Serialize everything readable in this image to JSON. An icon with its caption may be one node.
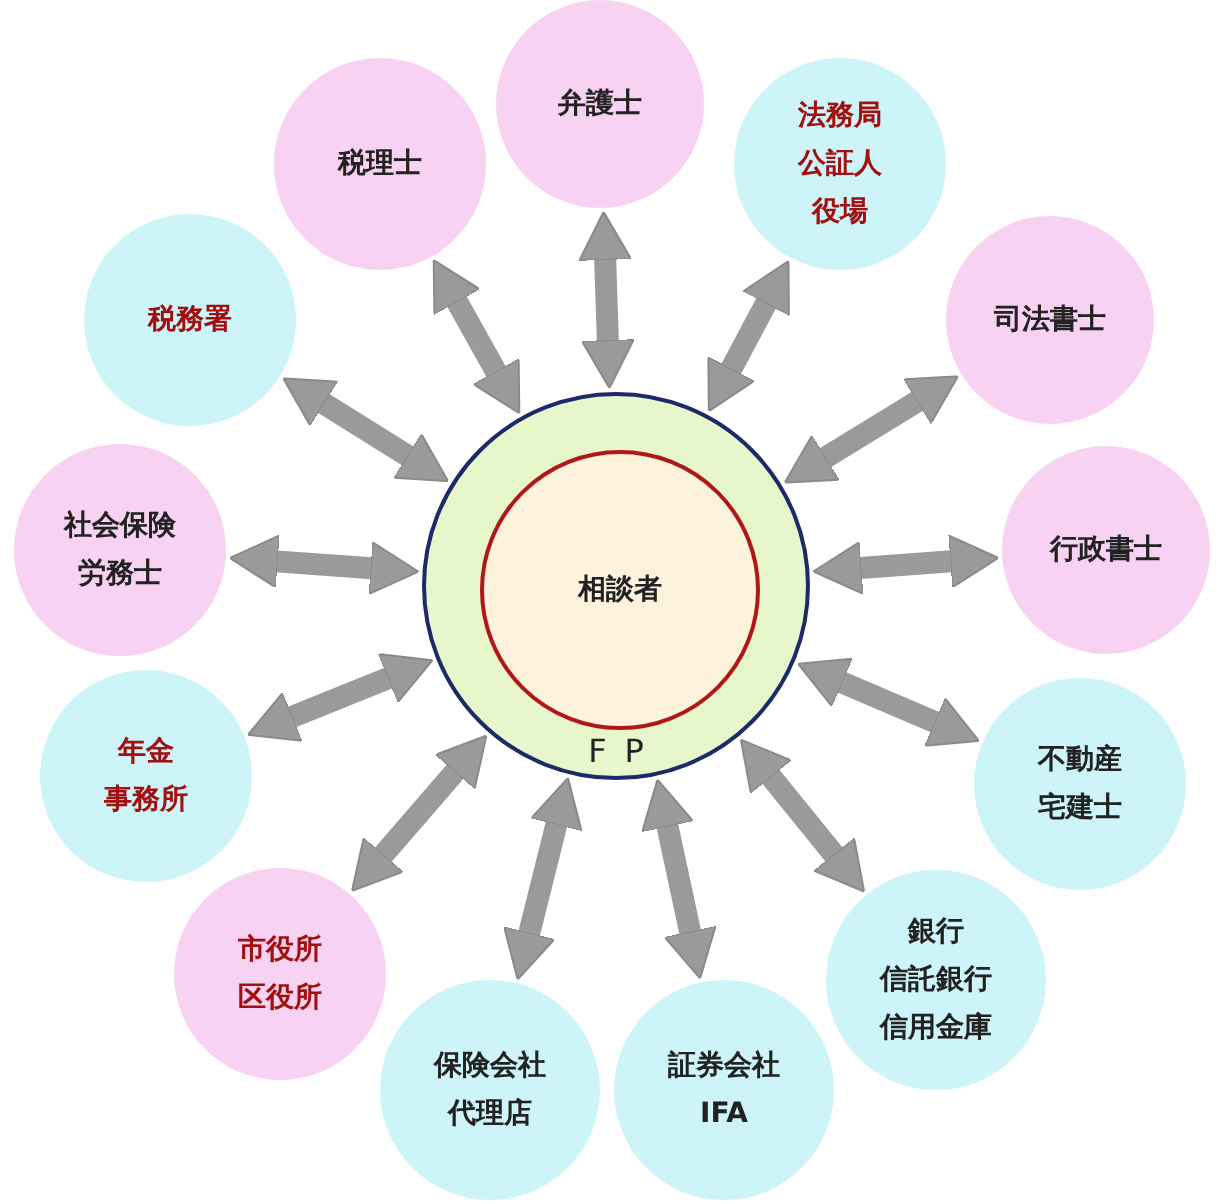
{
  "diagram": {
    "nodes": [
      {
        "text": [
          "FP"
        ]
      },
      {
        "text": [
          "相談者"
        ],
        "in": 0
      },
      {
        "text": [
          "弁護士"
        ]
      },
      {
        "text": [
          "法務局",
          "公証人",
          "役場"
        ]
      },
      {
        "text": [
          "司法書士"
        ]
      },
      {
        "text": [
          "行政書士"
        ]
      },
      {
        "text": [
          "不動産",
          "宅建士"
        ]
      },
      {
        "text": [
          "銀行",
          "信託銀行",
          "信用金庫"
        ]
      },
      {
        "text": [
          "証券会社",
          "IFA"
        ]
      },
      {
        "text": [
          "保険会社",
          "代理店"
        ]
      },
      {
        "text": [
          "市役所",
          "区役所"
        ]
      },
      {
        "text": [
          "年金",
          "事務所"
        ]
      },
      {
        "text": [
          "社会保険",
          "労務士"
        ]
      },
      {
        "text": [
          "税務署"
        ]
      },
      {
        "text": [
          "税理士"
        ]
      }
    ],
    "edges": [
      {
        "from": 0,
        "to": 2,
        "arrow": "both"
      },
      {
        "from": 0,
        "to": 3,
        "arrow": "both"
      },
      {
        "from": 0,
        "to": 4,
        "arrow": "both"
      },
      {
        "from": 0,
        "to": 5,
        "arrow": "both"
      },
      {
        "from": 0,
        "to": 6,
        "arrow": "both"
      },
      {
        "from": 0,
        "to": 7,
        "arrow": "both"
      },
      {
        "from": 0,
        "to": 8,
        "arrow": "both"
      },
      {
        "from": 0,
        "to": 9,
        "arrow": "both"
      },
      {
        "from": 0,
        "to": 10,
        "arrow": "both"
      },
      {
        "from": 0,
        "to": 11,
        "arrow": "both"
      },
      {
        "from": 0,
        "to": 12,
        "arrow": "both"
      },
      {
        "from": 0,
        "to": 13,
        "arrow": "both"
      },
      {
        "from": 0,
        "to": 14,
        "arrow": "both"
      }
    ]
  }
}
